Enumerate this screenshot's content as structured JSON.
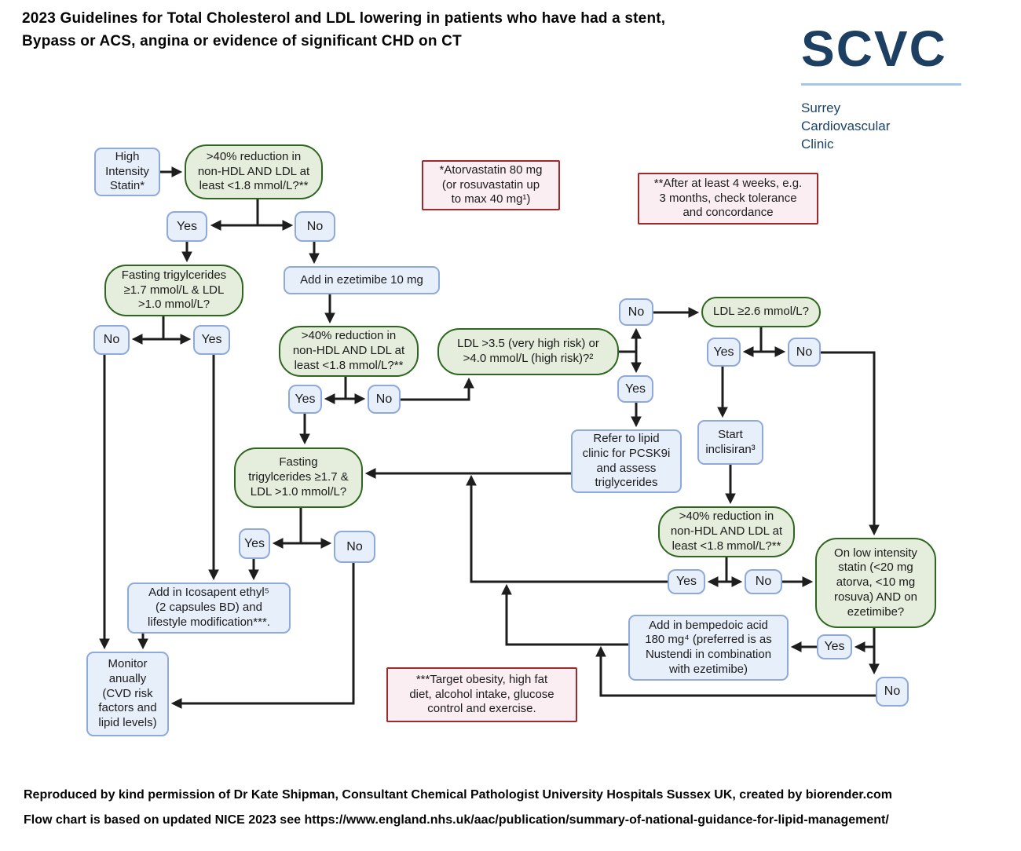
{
  "title": {
    "line1": "2023 Guidelines for Total Cholesterol and LDL lowering in patients who have had a stent,",
    "line2": "Bypass or ACS, angina or evidence of significant CHD on CT"
  },
  "logo": {
    "acronym": "SCVC",
    "name": "Surrey\nCardiovascular\nClinic"
  },
  "colors": {
    "brand_navy": "#1c3f62",
    "logo_divider_blue": "#a6c7e7",
    "blue_box_fill": "#e7effb",
    "blue_box_border": "#8fa9da",
    "green_box_fill": "#e5eedc",
    "green_box_border": "#2e661f",
    "red_box_fill": "#fbeef2",
    "red_box_border": "#9e2a2b",
    "arrow_black": "#1d1d1d"
  },
  "nodes": {
    "high_statin": "High\nIntensity\nStatin*",
    "reduction1": ">40% reduction in\nnon-HDL AND LDL at\nleast <1.8 mmol/L?**",
    "yes1": "Yes",
    "no1": "No",
    "fasting1": "Fasting trigylcerides\n≥1.7 mmol/L & LDL\n>1.0 mmol/L?",
    "no2": "No",
    "yes2": "Yes",
    "ezetimibe": "Add in ezetimibe 10 mg",
    "reduction2": ">40% reduction in\nnon-HDL AND LDL at\nleast <1.8 mmol/L?**",
    "yes3": "Yes",
    "no3": "No",
    "ldl35": "LDL >3.5 (very high risk) or\n>4.0 mmol/L (high risk)?²",
    "no4": "No",
    "yes4": "Yes",
    "ldl26": "LDL ≥2.6 mmol/L?",
    "yes5": "Yes",
    "no5": "No",
    "refer_lipid": "Refer to lipid\nclinic for PCSK9i\nand assess\ntriglycerides",
    "inclisiran": "Start\ninclisiran³",
    "fasting2": "Fasting\ntrigylcerides ≥1.7 &\nLDL >1.0 mmol/L?",
    "yes6": "Yes",
    "no6": "No",
    "reduction3": ">40% reduction in\nnon-HDL AND LDL at\nleast <1.8 mmol/L?**",
    "yes7": "Yes",
    "no7": "No",
    "low_statin": "On low intensity\nstatin (<20 mg\natorva, <10 mg\nrosuva) AND on\nezetimibe?",
    "yes8": "Yes",
    "no8": "No",
    "bempedoic": "Add in bempedoic acid\n180 mg⁴ (preferred is as\nNustendi in combination\nwith ezetimibe)",
    "icosapent": "Add in Icosapent ethyl⁵\n(2 capsules BD) and\nlifestyle modification***.",
    "monitor": "Monitor\nanually\n(CVD risk\nfactors and\nlipid levels)",
    "note_statin": "*Atorvastatin 80 mg\n(or rosuvastatin up\nto max 40 mg¹)",
    "note_weeks": "**After at least 4 weeks, e.g.\n3 months, check tolerance\nand concordance",
    "note_target": "***Target obesity, high fat\ndiet, alcohol intake, glucose\ncontrol and exercise."
  },
  "footer": {
    "line1": "Reproduced by kind permission of Dr Kate Shipman, Consultant Chemical Pathologist University Hospitals Sussex UK, created by biorender.com",
    "line2": "Flow chart is based on updated NICE 2023 see https://www.england.nhs.uk/aac/publication/summary-of-national-guidance-for-lipid-management/"
  }
}
